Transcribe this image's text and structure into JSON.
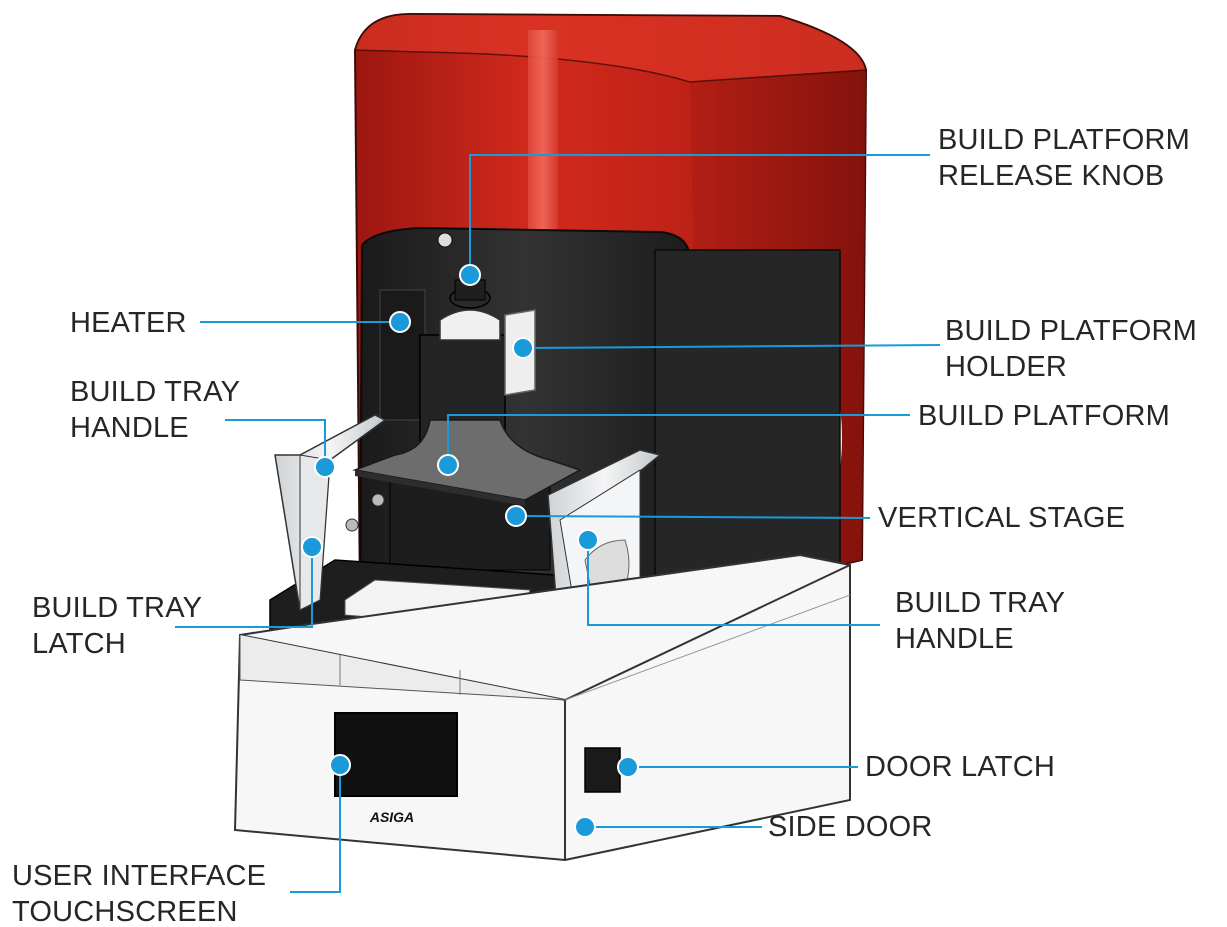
{
  "brand": "ASIGA",
  "colors": {
    "hood": "#c8251a",
    "hood_dark": "#8e140d",
    "marker": "#1a9ad8",
    "leader": "#1a9ad8",
    "body": "#2a2a2a",
    "base": "#f7f7f7"
  },
  "labels": {
    "release_knob": [
      "BUILD PLATFORM",
      "RELEASE KNOB"
    ],
    "heater": [
      "HEATER"
    ],
    "platform_holder": [
      "BUILD PLATFORM",
      "HOLDER"
    ],
    "tray_handle_left": [
      "BUILD TRAY",
      "HANDLE"
    ],
    "build_platform": [
      "BUILD PLATFORM"
    ],
    "vertical_stage": [
      "VERTICAL STAGE"
    ],
    "tray_latch": [
      "BUILD TRAY",
      "LATCH"
    ],
    "tray_handle_right": [
      "BUILD TRAY",
      "HANDLE"
    ],
    "door_latch": [
      "DOOR LATCH"
    ],
    "side_door": [
      "SIDE DOOR"
    ],
    "touchscreen": [
      "USER INTERFACE",
      "TOUCHSCREEN"
    ]
  }
}
